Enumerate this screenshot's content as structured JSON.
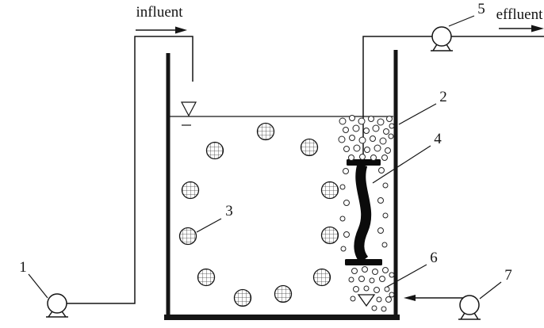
{
  "diagram": {
    "flow": {
      "influent": "influent",
      "effluent": "effluent"
    },
    "callouts": {
      "c1": "1",
      "c2": "2",
      "c3": "3",
      "c4": "4",
      "c5": "5",
      "c6": "6",
      "c7": "7"
    },
    "colors": {
      "line": "#151515",
      "membrane": "#0b0b0b",
      "background": "#ffffff"
    }
  }
}
